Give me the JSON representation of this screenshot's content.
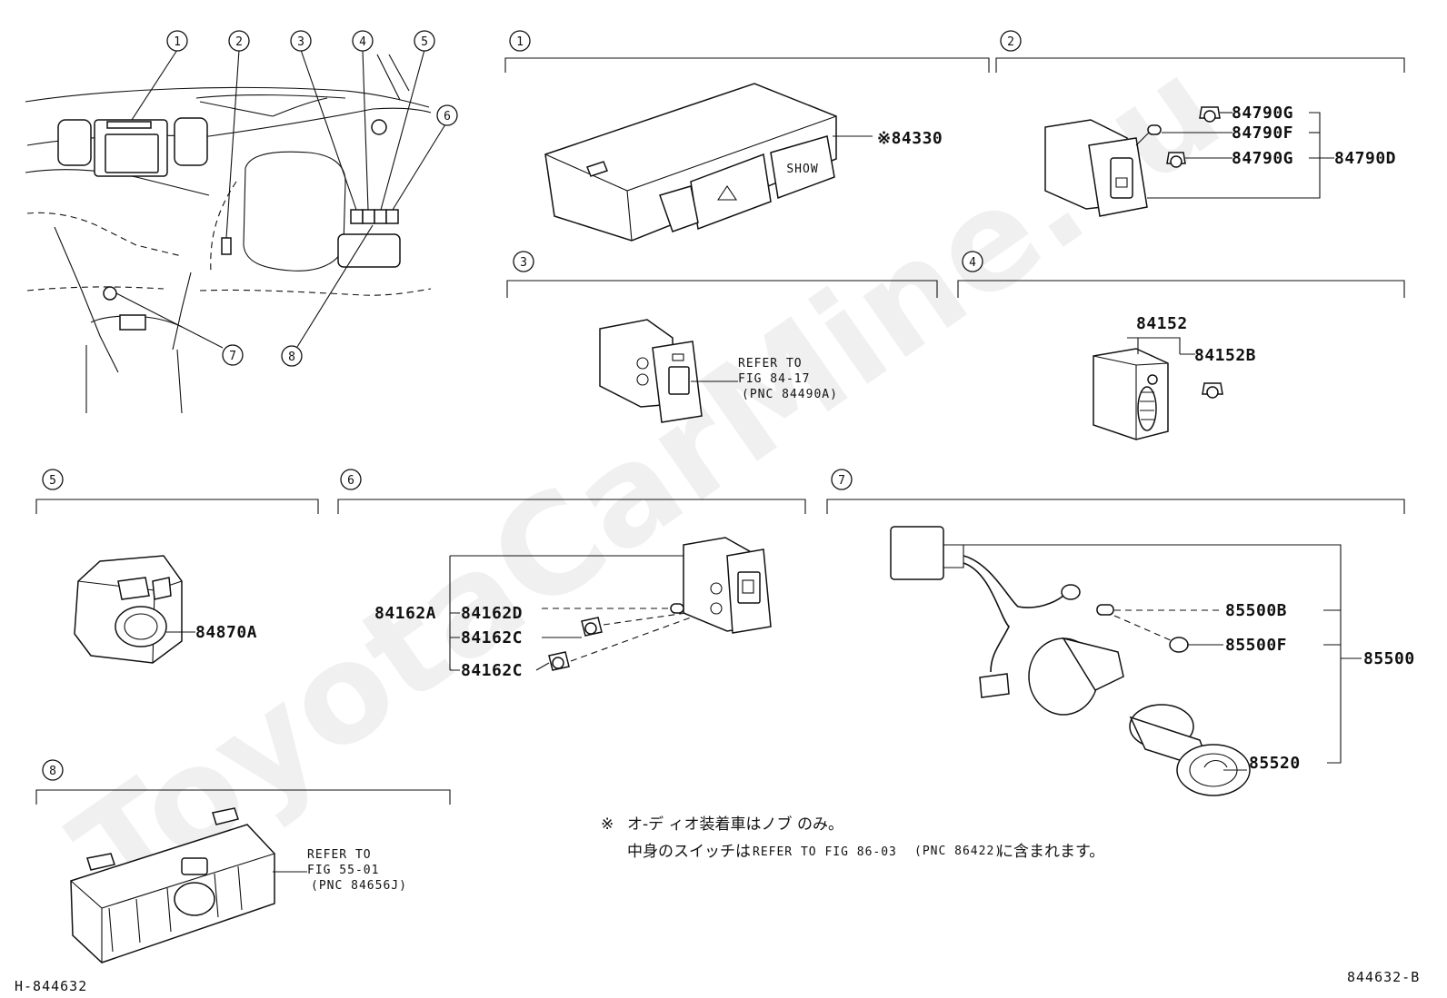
{
  "watermark": "ToyotaCarMine.ru",
  "callouts": [
    "1",
    "2",
    "3",
    "4",
    "5",
    "6",
    "7",
    "8"
  ],
  "sections": {
    "s1": {
      "num": "1",
      "parts": [
        "※84330"
      ],
      "button_label": "SHOW"
    },
    "s2": {
      "num": "2",
      "parts": [
        "84790G",
        "84790F",
        "84790G",
        "84790D"
      ]
    },
    "s3": {
      "num": "3",
      "refer": [
        "REFER TO",
        "FIG 84-17",
        "(PNC 84490A)"
      ]
    },
    "s4": {
      "num": "4",
      "parts": [
        "84152",
        "84152B"
      ]
    },
    "s5": {
      "num": "5",
      "parts": [
        "84870A"
      ]
    },
    "s6": {
      "num": "6",
      "parts": [
        "84162A",
        "84162D",
        "84162C",
        "84162C"
      ]
    },
    "s7": {
      "num": "7",
      "parts": [
        "85500B",
        "85500F",
        "85500",
        "85520"
      ]
    },
    "s8": {
      "num": "8",
      "refer": [
        "REFER TO",
        "FIG 55-01",
        "(PNC 84656J)"
      ]
    }
  },
  "note": {
    "mark": "※",
    "line1": "オ-デ ィオ装着車はノブ のみ。",
    "line2_a": "中身のスイッチは",
    "line2_b": "REFER TO FIG 86-03",
    "line2_c": "(PNC 86422)",
    "line2_d": "に含まれます。"
  },
  "footer": {
    "left_code": "H-844632",
    "right_code": "844632-B"
  }
}
